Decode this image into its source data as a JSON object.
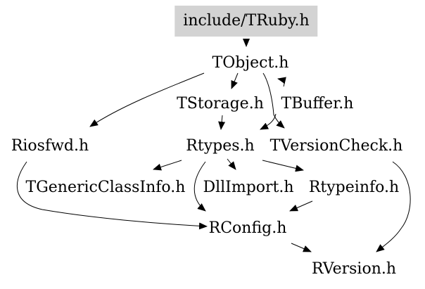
{
  "nodes": {
    "truby": "include/TRuby.h",
    "tobject": "TObject.h",
    "tstorage": "TStorage.h",
    "tbuffer": "TBuffer.h",
    "riosfwd": "Riosfwd.h",
    "rtypes": "Rtypes.h",
    "tversioncheck": "TVersionCheck.h",
    "tgenericclassinfo": "TGenericClassInfo.h",
    "dllimport": "DllImport.h",
    "rtypeinfo": "Rtypeinfo.h",
    "rconfig": "RConfig.h",
    "rversion": "RVersion.h"
  },
  "edges": [
    {
      "from": "include/TRuby.h",
      "to": "TObject.h"
    },
    {
      "from": "TObject.h",
      "to": "TStorage.h"
    },
    {
      "from": "TObject.h",
      "to": "TBuffer.h"
    },
    {
      "from": "TObject.h",
      "to": "Riosfwd.h"
    },
    {
      "from": "TObject.h",
      "to": "TVersionCheck.h"
    },
    {
      "from": "TStorage.h",
      "to": "Rtypes.h"
    },
    {
      "from": "TBuffer.h",
      "to": "Rtypes.h"
    },
    {
      "from": "Rtypes.h",
      "to": "TGenericClassInfo.h"
    },
    {
      "from": "Rtypes.h",
      "to": "DllImport.h"
    },
    {
      "from": "Rtypes.h",
      "to": "Rtypeinfo.h"
    },
    {
      "from": "Rtypes.h",
      "to": "RConfig.h"
    },
    {
      "from": "Riosfwd.h",
      "to": "RConfig.h"
    },
    {
      "from": "Rtypeinfo.h",
      "to": "RConfig.h"
    },
    {
      "from": "RConfig.h",
      "to": "RVersion.h"
    },
    {
      "from": "TVersionCheck.h",
      "to": "RVersion.h"
    }
  ]
}
